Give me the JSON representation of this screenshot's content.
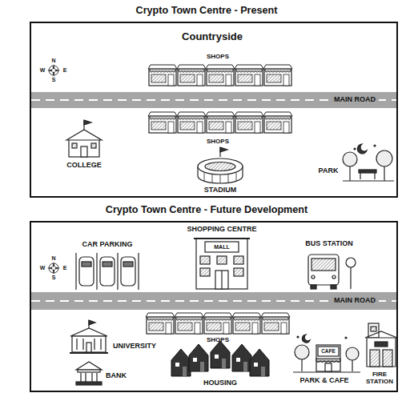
{
  "diagram": {
    "nodes": [
      {
        "text": [
          "Crypto Town Centre - Present"
        ]
      },
      {
        "text": [
          "MAIN ROAD"
        ],
        "in": 0
      },
      {
        "text": [
          "Crypto Town Centre - Future Development"
        ]
      },
      {
        "text": [
          "MAIN ROAD"
        ],
        "in": 2
      }
    ],
    "labels": [
      "N",
      "W",
      "E",
      "S",
      "Countryside",
      "SHOPS",
      "SHOPS",
      "COLLEGE",
      "STADIUM",
      "PARK",
      "N",
      "W",
      "E",
      "S",
      "CAR PARKING",
      "SHOPPING CENTRE",
      "MALL",
      "BUS STATION",
      "SHOPS",
      "UNIVERSITY",
      "BANK",
      "HOUSING",
      "CAFE",
      "PARK & CAFE",
      "FIRE STATION"
    ]
  }
}
